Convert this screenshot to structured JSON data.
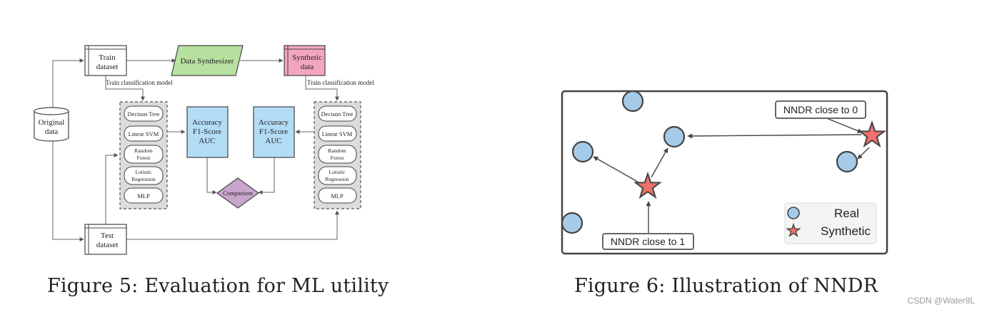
{
  "colors": {
    "synth_green": "#b7e1a1",
    "synth_pink": "#f2a6bd",
    "metric_blue": "#b3dcf5",
    "comparison_purple": "#c8a6cc",
    "panel_gray": "#dcdcdc",
    "real_point": "#a6cbe8",
    "synthetic_point": "#ef6f6a",
    "outline": "#444444"
  },
  "figure5": {
    "caption": "Figure 5: Evaluation for ML utility",
    "original_data": [
      "Original",
      "data"
    ],
    "train_dataset": [
      "Train",
      "dataset"
    ],
    "test_dataset": [
      "Test",
      "dataset"
    ],
    "data_synthesizer": "Data Synthesizer",
    "synthetic_data": [
      "Synthetic",
      "data"
    ],
    "train_classification_label": "Train classification model",
    "models": [
      [
        "Decison Tree"
      ],
      [
        "Linear SVM"
      ],
      [
        "Random",
        "Forest"
      ],
      [
        "Lotistic",
        "Regression"
      ],
      [
        "MLP"
      ]
    ],
    "metrics": [
      "Accuracy",
      "F1-Score",
      "AUC"
    ],
    "comparison": "Comparison"
  },
  "figure6": {
    "caption": "Figure 6: Illustration of NNDR",
    "label_close_to_0": "NNDR close to 0",
    "label_close_to_1": "NNDR close to 1",
    "legend": {
      "real": "Real",
      "synthetic": "Synthetic"
    },
    "icons": [
      "circle-marker",
      "star-marker",
      "arrow"
    ]
  },
  "watermark": "CSDN @Water8L"
}
